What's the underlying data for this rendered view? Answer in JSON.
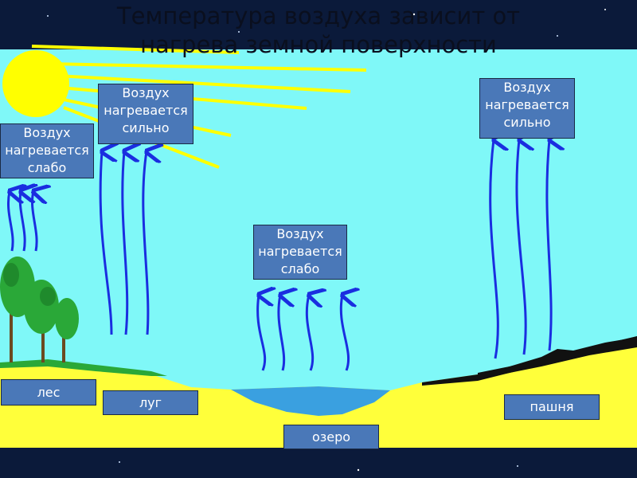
{
  "title": {
    "line1": "Температура воздуха зависит от",
    "line2": "нагрева земной поверхности"
  },
  "boxes": {
    "forest_air": [
      "Воздух",
      "нагревается",
      "слабо"
    ],
    "meadow_air": [
      "Воздух",
      "нагревается",
      "сильно"
    ],
    "lake_air": [
      "Воздух",
      "нагревается",
      "слабо"
    ],
    "field_air": [
      "Воздух",
      "нагревается",
      "сильно"
    ]
  },
  "surfaces": {
    "forest": "лес",
    "meadow": "луг",
    "lake": "озеро",
    "field": "пашня"
  },
  "colors": {
    "sky": "#7ff8f8",
    "sun": "#ffff00",
    "ground": "#ffff3a",
    "water": "#3aa0e0",
    "arrow": "#1a2ee0",
    "label_box": "#4a78b8",
    "trees": "#2aa838",
    "plowed_field": "#111111"
  }
}
